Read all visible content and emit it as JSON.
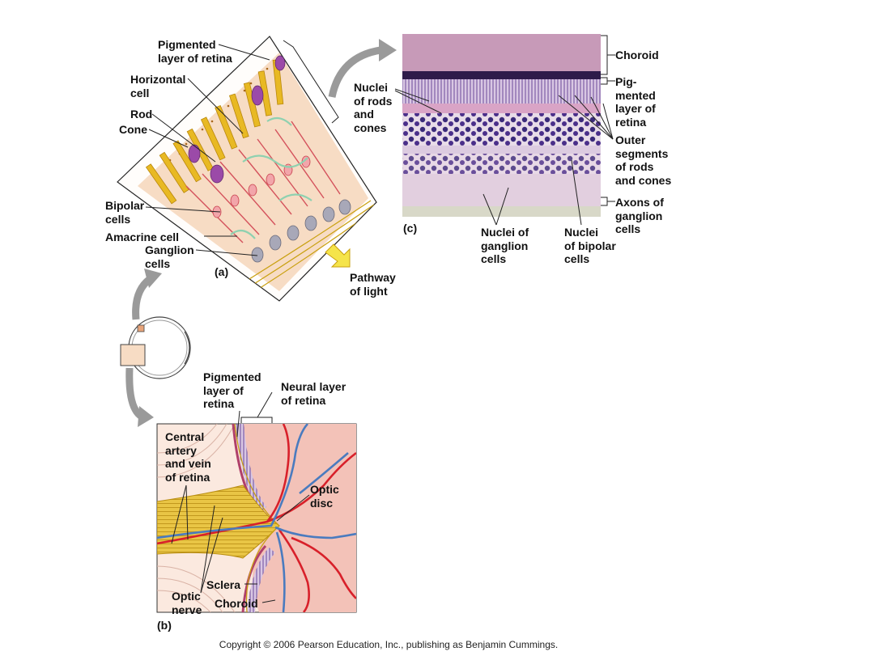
{
  "panel_a": {
    "label": "(a)",
    "labels": {
      "pigmented_layer": "Pigmented\nlayer of retina",
      "horizontal_cell": "Horizontal\ncell",
      "rod": "Rod",
      "cone": "Cone",
      "bipolar_cells": "Bipolar\ncells",
      "amacrine_cell": "Amacrine cell",
      "ganglion_cells": "Ganglion\ncells",
      "pathway_of_light": "Pathway\nof light"
    }
  },
  "panel_b": {
    "label": "(b)",
    "labels": {
      "pigmented_layer": "Pigmented\nlayer of\nretina",
      "neural_layer": "Neural layer\nof retina",
      "central_artery_vein": "Central\nartery\nand vein\nof retina",
      "optic_disc": "Optic\ndisc",
      "sclera": "Sclera",
      "optic_nerve": "Optic\nnerve",
      "choroid": "Choroid"
    }
  },
  "panel_c": {
    "label": "(c)",
    "labels": {
      "nuclei_rods_cones": "Nuclei\nof rods\nand\ncones",
      "choroid": "Choroid",
      "pigmented_layer": "Pig-\nmented\nlayer of\nretina",
      "outer_segments": "Outer\nsegments\nof rods\nand cones",
      "axons_ganglion": "Axons of\nganglion\ncells",
      "nuclei_ganglion": "Nuclei of\nganglion\ncells",
      "nuclei_bipolar": "Nuclei\nof bipolar\ncells"
    }
  },
  "copyright": "Copyright © 2006 Pearson Education, Inc., publishing as Benjamin Cummings.",
  "colors": {
    "photoreceptor": "#e8b923",
    "rod_purple": "#9b4aa8",
    "neuron_pink": "#e3727a",
    "ganglion_gray": "#9a9aa8",
    "tissue_bg": "#f7dcc4",
    "artery_red": "#d8202a",
    "vein_blue": "#4a7bbf",
    "arrow_gray": "#9a9a9a",
    "light_arrow": "#f5e44a"
  }
}
